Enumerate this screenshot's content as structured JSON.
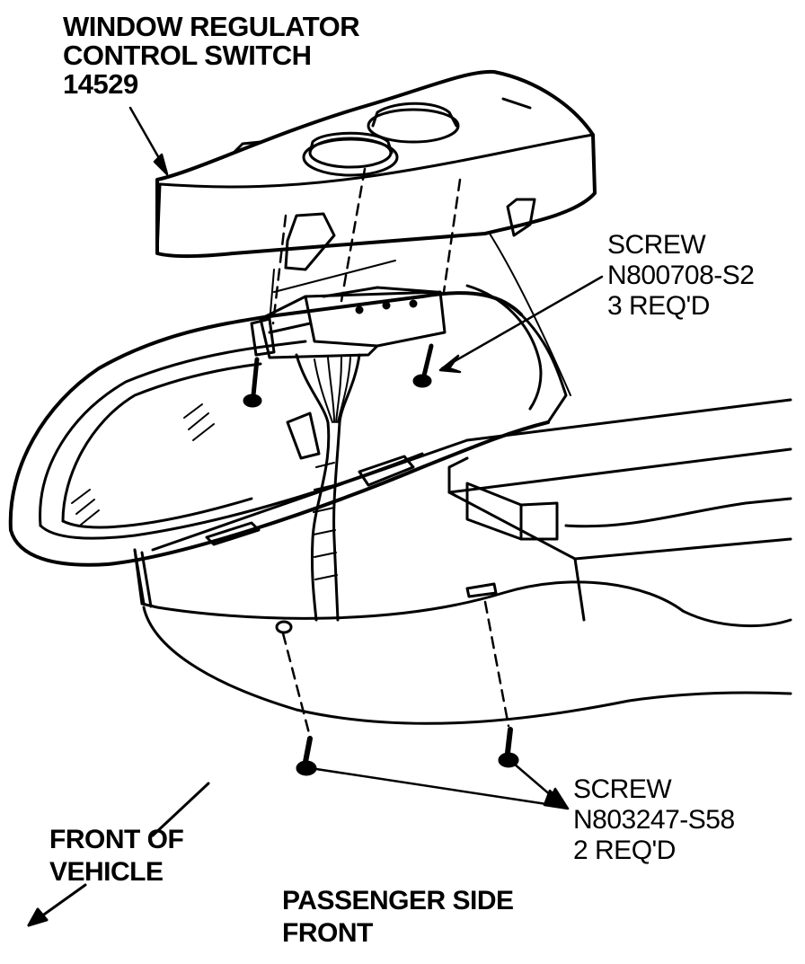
{
  "labels": {
    "switch": {
      "line1": "WINDOW REGULATOR",
      "line2": "CONTROL SWITCH",
      "line3": "14529"
    },
    "screw_upper": {
      "line1": "SCREW",
      "line2": "N800708-S2",
      "line3": "3 REQ'D"
    },
    "screw_lower": {
      "line1": "SCREW",
      "line2": "N803247-S58",
      "line3": "2 REQ'D"
    },
    "front_of_vehicle": {
      "line1": "FRONT OF",
      "line2": "VEHICLE"
    },
    "location": {
      "line1": "PASSENGER SIDE",
      "line2": "FRONT"
    }
  },
  "colors": {
    "ink": "#000000",
    "paper": "#ffffff"
  }
}
